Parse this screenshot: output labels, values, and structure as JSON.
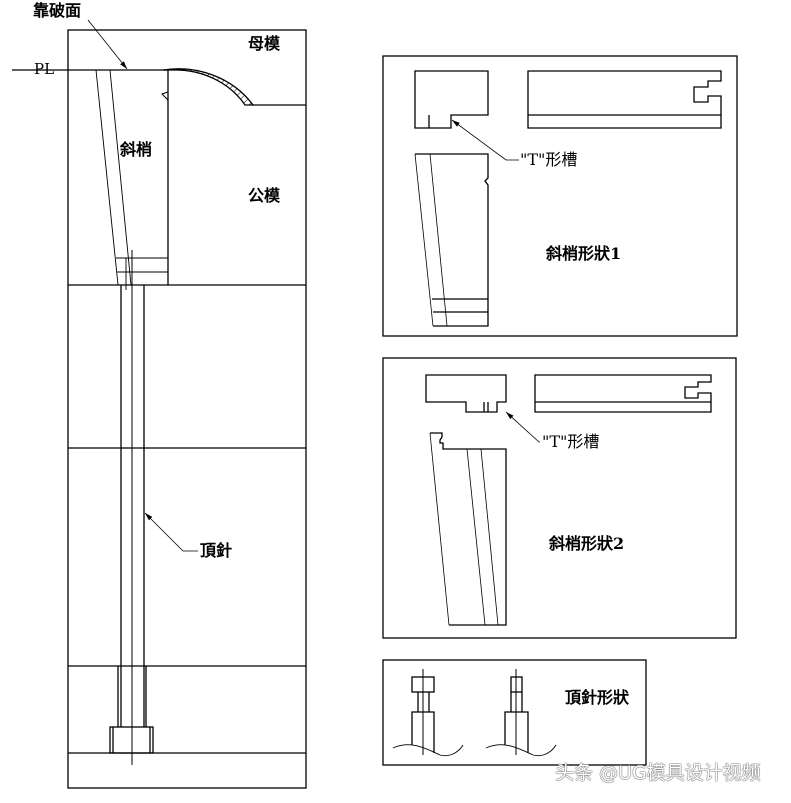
{
  "main_drawing": {
    "labels": {
      "parting_surface": "靠破面",
      "parting_line": "PL",
      "cavity": "母模",
      "lifter": "斜梢",
      "core": "公模",
      "ejector_pin": "頂針"
    }
  },
  "panels": [
    {
      "slot_label": "\"T\"形槽",
      "title": "斜梢形狀1"
    },
    {
      "slot_label": "\"T\"形槽",
      "title": "斜梢形狀2"
    },
    {
      "title": "頂針形狀"
    }
  ],
  "watermark": "头条 @UG模具设计视频"
}
